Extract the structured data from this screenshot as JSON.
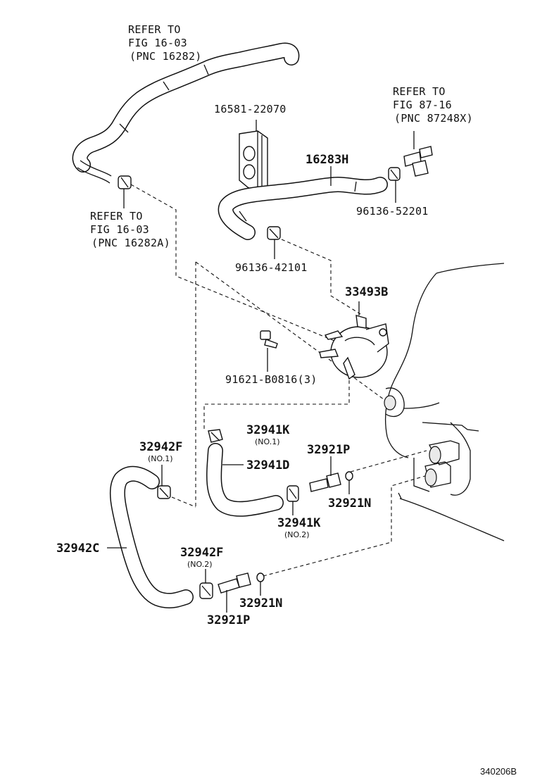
{
  "figure_code": "340206B",
  "refs": {
    "top_left": {
      "line1": "REFER TO",
      "line2": "FIG 16-03",
      "line3": "(PNC 16282)"
    },
    "mid_left": {
      "line1": "REFER TO",
      "line2": "FIG 16-03",
      "line3": "(PNC 16282A)"
    },
    "top_right": {
      "line1": "REFER TO",
      "line2": "FIG 87-16",
      "line3": "(PNC 87248X)"
    }
  },
  "parts": {
    "p16581": "16581-22070",
    "p16283H": "16283H",
    "p96136_52201": "96136-52201",
    "p96136_42101": "96136-42101",
    "p33493B": "33493B",
    "p91621": "91621-B0816(3)",
    "p32941K_1": "32941K",
    "p32941K_1_sub": "(NO.1)",
    "p32941D": "32941D",
    "p32921P_a": "32921P",
    "p32921N_a": "32921N",
    "p32942F_1": "32942F",
    "p32942F_1_sub": "(NO.1)",
    "p32941K_2": "32941K",
    "p32941K_2_sub": "(NO.2)",
    "p32942C": "32942C",
    "p32942F_2": "32942F",
    "p32942F_2_sub": "(NO.2)",
    "p32921N_b": "32921N",
    "p32921P_b": "32921P"
  }
}
